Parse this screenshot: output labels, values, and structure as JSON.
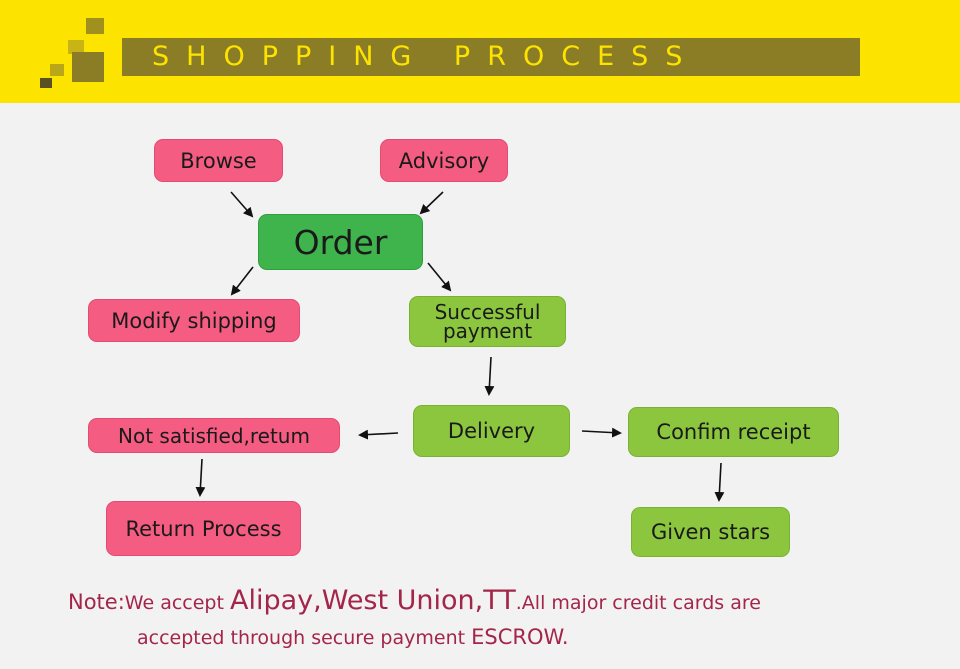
{
  "header": {
    "title": "SHOPPING PROCESS",
    "accent_color": "#fde300",
    "bar_color": "#8b7d25"
  },
  "diagram": {
    "nodes": {
      "browse": "Browse",
      "advisory": "Advisory",
      "order": "Order",
      "modify_shipping": "Modify shipping",
      "successful_payment_line1": "Successful",
      "successful_payment_line2": "payment",
      "delivery": "Delivery",
      "not_satisfied": "Not satisfied,retum",
      "confirm_receipt": "Confim receipt",
      "return_process": "Return Process",
      "given_stars": "Given stars"
    },
    "colors": {
      "pink": "#f55c82",
      "green": "#8cc63f",
      "dark_green": "#3fb44c"
    }
  },
  "note": {
    "label": "Note:",
    "text1": "We accept ",
    "highlight": "Alipay,West Union,TT",
    "text2": ".All major credit cards are",
    "line2_text": "accepted through secure payment ",
    "line2_highlight": "ESCROW."
  }
}
